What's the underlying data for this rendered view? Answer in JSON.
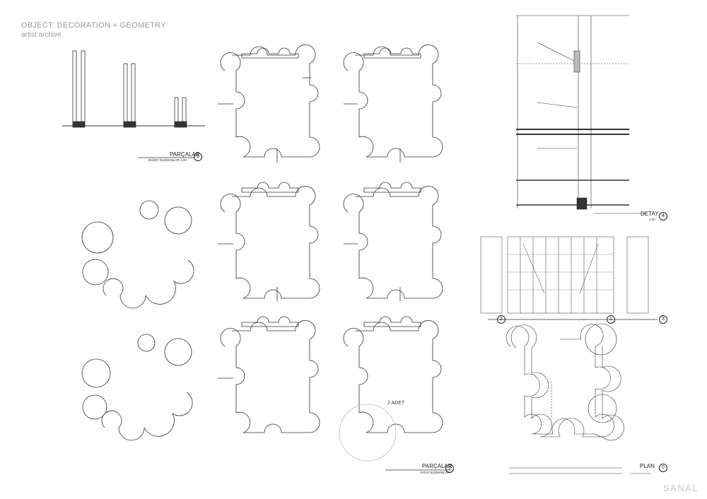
{
  "header": {
    "title": "OBJECT: DECORATION + GEOMETRY",
    "subtitle": "artist archive"
  },
  "sections": {
    "vertical_parts": {
      "title": "PARÇALAR",
      "subtitle": "DÜŞEY ELEMANLAR 1:20",
      "number": "6"
    },
    "horizontal_parts": {
      "title": "PARÇALAR",
      "subtitle": "YATAY ELEMANLAR",
      "number": "5",
      "note": "2 ADET"
    },
    "detail": {
      "title": "DETAY",
      "subtitle": "1:10",
      "number": "4"
    },
    "plan": {
      "title": "PLAN",
      "number": "0"
    }
  },
  "elevation_markers": [
    "2",
    "1",
    "3"
  ],
  "watermark": "SANAL",
  "colors": {
    "line": "#333333",
    "header": "#9a9a9a",
    "watermark": "#c8c8c8"
  }
}
